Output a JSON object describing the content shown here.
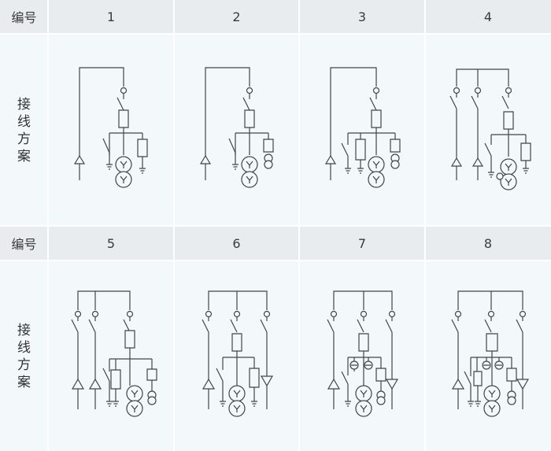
{
  "header_label": "编号",
  "side_label_chars": [
    "接",
    "线",
    "方",
    "案"
  ],
  "top_numbers": [
    "1",
    "2",
    "3",
    "4"
  ],
  "bottom_numbers": [
    "5",
    "6",
    "7",
    "8"
  ],
  "colors": {
    "header_bg": "#e9ecee",
    "body_bg": "#f3f9fb",
    "line": "#444444"
  }
}
